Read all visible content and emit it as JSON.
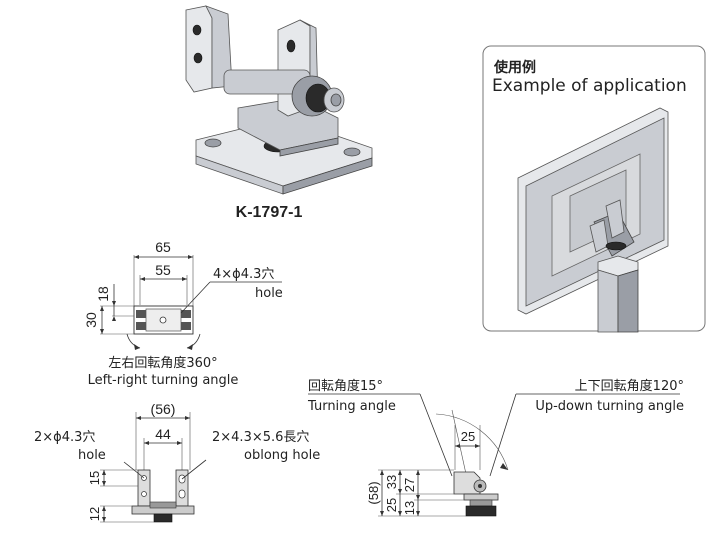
{
  "product": {
    "code": "K-1797-1"
  },
  "application": {
    "title_jp": "使用例",
    "title_en": "Example of application"
  },
  "top_view": {
    "dim_overall": "65",
    "dim_pitch": "55",
    "dim_height": "30",
    "dim_depth": "18",
    "hole_callout_jp": "4×ϕ4.3穴",
    "hole_callout_en": "hole",
    "turning_jp": "左右回転角度360°",
    "turning_en": "Left-right turning angle"
  },
  "front_view": {
    "dim_ref": "(56)",
    "dim_pitch": "44",
    "dim_vert_a": "15",
    "dim_vert_b": "12",
    "hole_callout_jp": "2×ϕ4.3穴",
    "hole_callout_en": "hole",
    "oblong_callout_jp": "2×4.3×5.6長穴",
    "oblong_callout_en": "oblong hole"
  },
  "side_view": {
    "turning_jp": "回転角度15°",
    "turning_en": "Turning angle",
    "updown_jp": "上下回転角度120°",
    "updown_en": "Up-down turning angle",
    "dim_width": "25",
    "dim_total": "(58)",
    "dim_a": "33",
    "dim_b": "27",
    "dim_c": "25",
    "dim_d": "13"
  }
}
